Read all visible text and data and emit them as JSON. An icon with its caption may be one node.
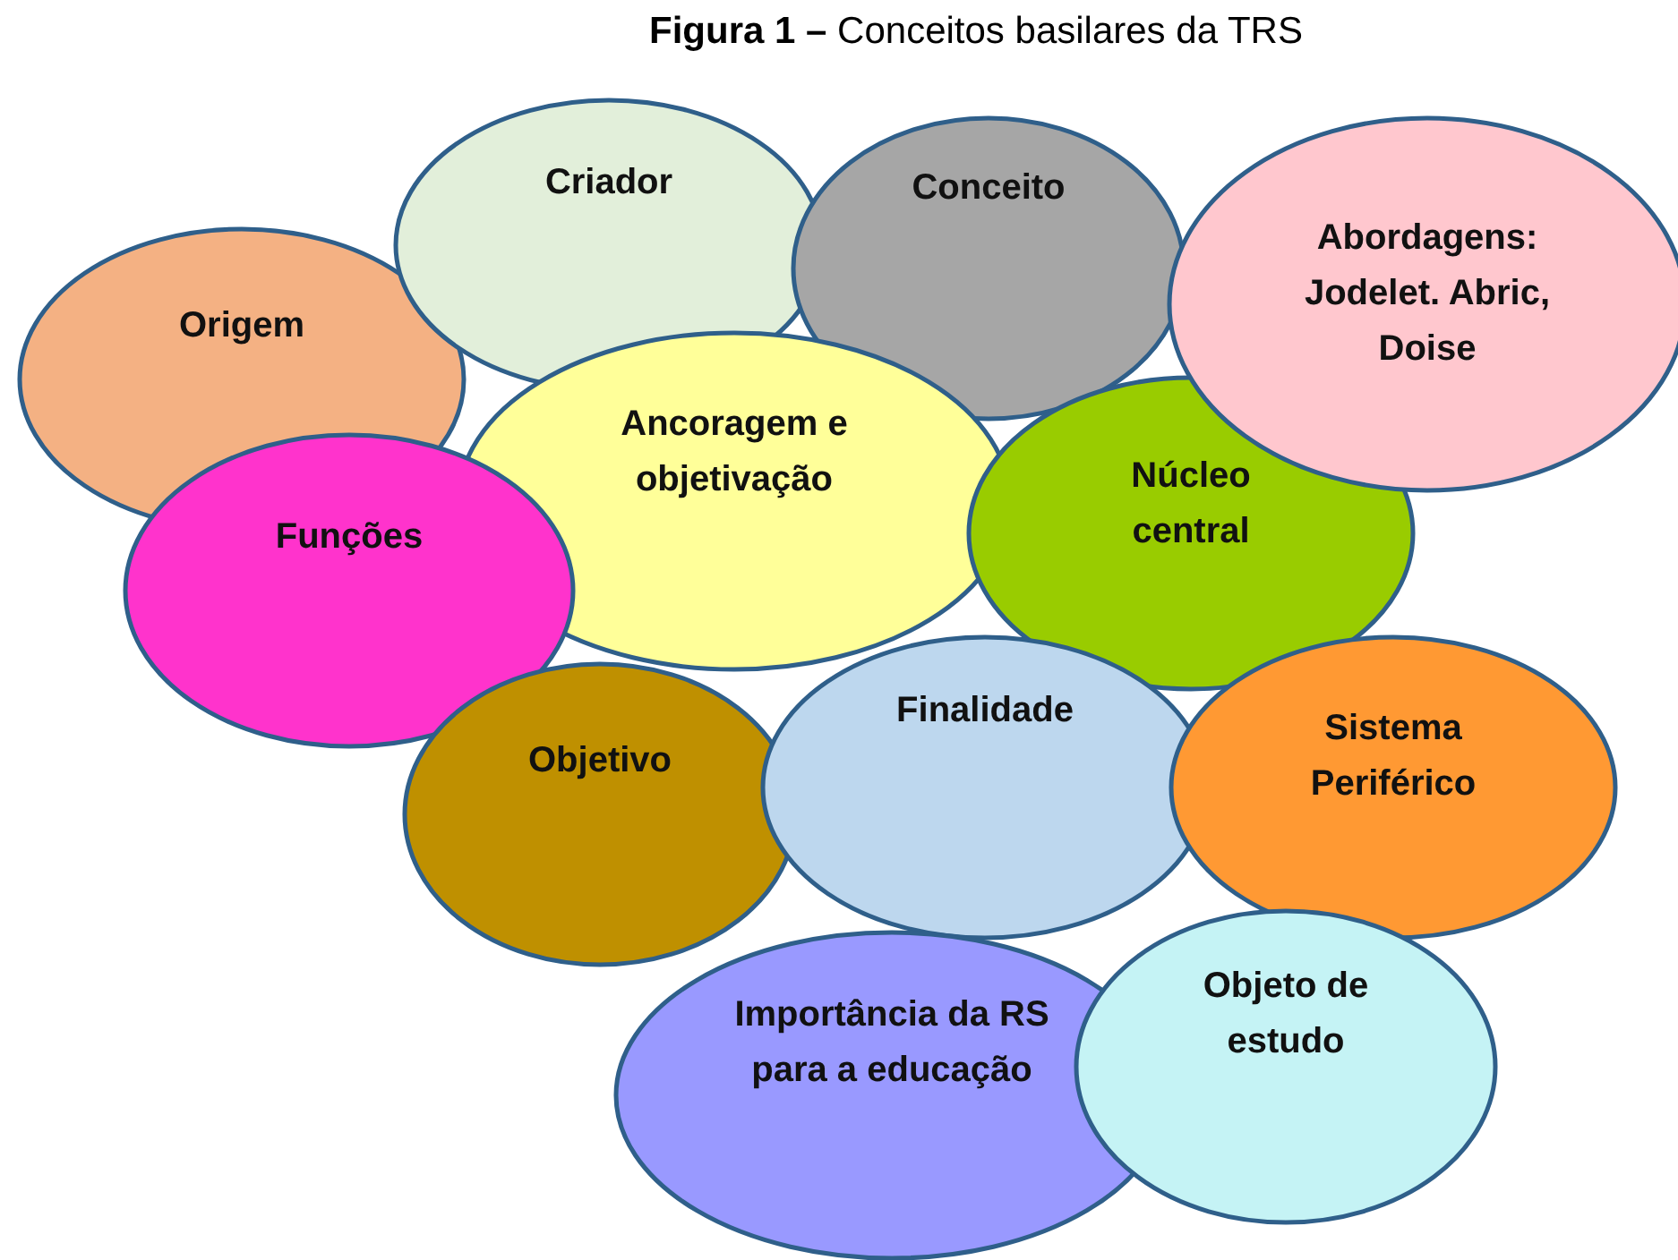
{
  "diagram": {
    "title": "**Figura 1 –** Conceitos basilares da TRS",
    "nodes": [
      {
        "text": [
          "Criador"
        ]
      },
      {
        "text": [
          "Conceito"
        ]
      },
      {
        "text": [
          "Origem"
        ]
      },
      {
        "text": [
          "Abordagens: Jodelet. Abric, Doise"
        ]
      },
      {
        "text": [
          "Ancoragem e objetivação"
        ]
      },
      {
        "text": [
          "Núcleo central"
        ]
      },
      {
        "text": [
          "Funções"
        ]
      },
      {
        "text": [
          "Objetivo"
        ]
      },
      {
        "text": [
          "Finalidade"
        ]
      },
      {
        "text": [
          "Sistema Periférico"
        ]
      },
      {
        "text": [
          "Importância da RS para a educação"
        ]
      },
      {
        "text": [
          "Objeto de estudo"
        ]
      }
    ]
  }
}
